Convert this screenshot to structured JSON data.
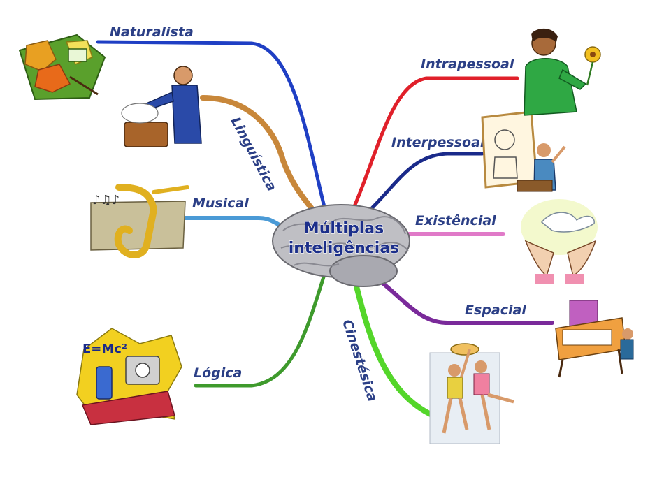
{
  "center": {
    "line1": "Múltiplas",
    "line2": "inteligências"
  },
  "branches": [
    {
      "label": "Naturalista",
      "color": "#1f3fc4",
      "icon": "autumn-leaves-icon"
    },
    {
      "label": "Linguística",
      "color": "#c8873a",
      "icon": "speaker-at-podium-icon"
    },
    {
      "label": "Musical",
      "color": "#4a9ad6",
      "icon": "saxophone-icon"
    },
    {
      "label": "Lógica",
      "color": "#3e9a2c",
      "icon": "science-equation-icon"
    },
    {
      "label": "Cinestésica",
      "color": "#54d62a",
      "icon": "dancers-icon"
    },
    {
      "label": "Espacial",
      "color": "#7a2a9a",
      "icon": "architect-desk-icon"
    },
    {
      "label": "Existêncial",
      "color": "#e07ac8",
      "icon": "dove-hands-icon"
    },
    {
      "label": "Interpessoal",
      "color": "#1a2a8a",
      "icon": "presenter-board-icon"
    },
    {
      "label": "Intrapessoal",
      "color": "#e0202a",
      "icon": "woman-flower-icon"
    }
  ]
}
